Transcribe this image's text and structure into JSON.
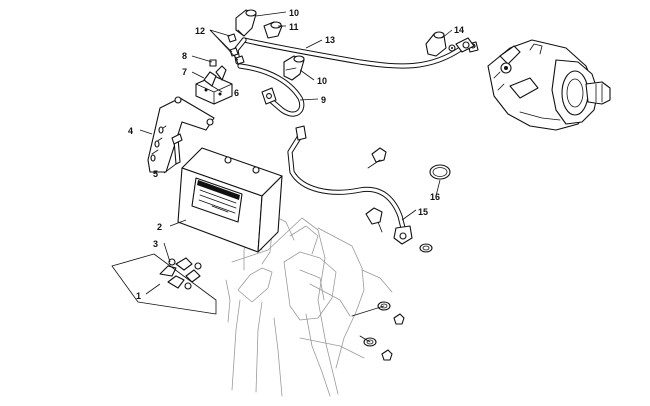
{
  "diagram": {
    "callouts": [
      "1",
      "2",
      "3",
      "4",
      "5",
      "6",
      "7",
      "8",
      "9",
      "10",
      "10",
      "11",
      "12",
      "13",
      "14",
      "15",
      "16"
    ],
    "colors": {
      "line": "#111111",
      "ghost": "#9a9a9a",
      "background": "#ffffff"
    }
  }
}
